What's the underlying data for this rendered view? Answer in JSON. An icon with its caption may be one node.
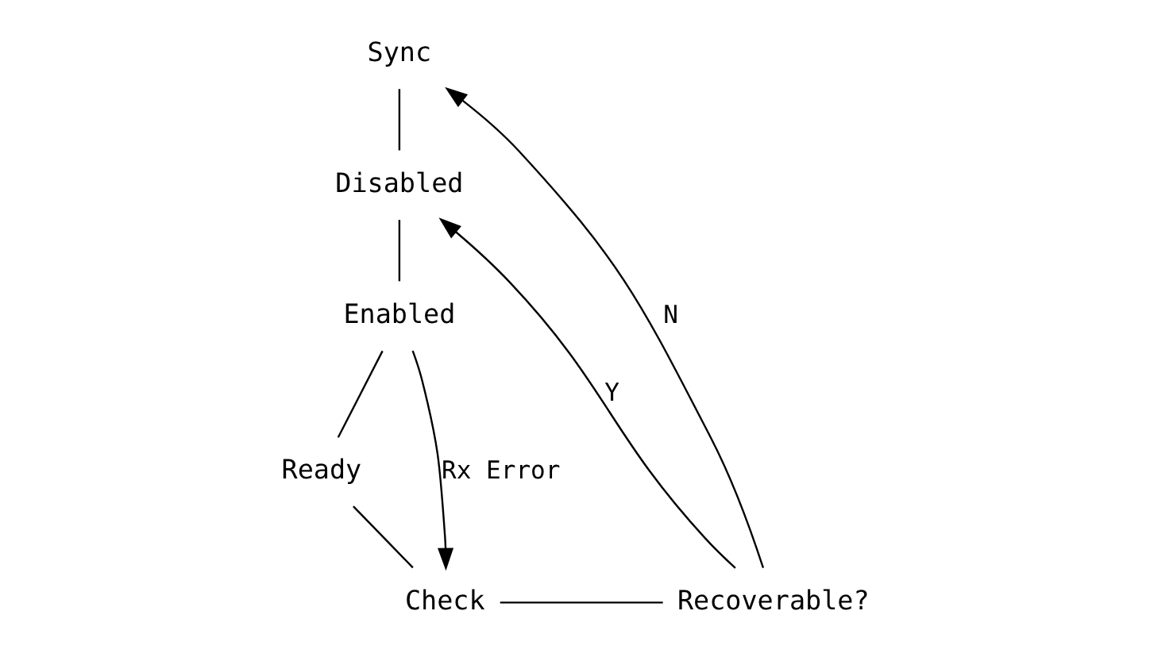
{
  "diagram": {
    "nodes": [
      {
        "text": [
          "Sync"
        ]
      },
      {
        "text": [
          "Disabled"
        ]
      },
      {
        "text": [
          "Enabled"
        ]
      },
      {
        "text": [
          "Ready"
        ]
      },
      {
        "text": [
          "Check"
        ]
      },
      {
        "text": [
          "Recoverable?"
        ]
      }
    ],
    "edges": [
      {
        "from": 0,
        "to": 1,
        "arrow": "none"
      },
      {
        "from": 1,
        "to": 2,
        "arrow": "none"
      },
      {
        "from": 2,
        "to": 3,
        "arrow": "none"
      },
      {
        "from": 3,
        "to": 4,
        "arrow": "none"
      },
      {
        "from": 2,
        "to": 4,
        "arrow": "to",
        "label": "Rx Error"
      },
      {
        "from": 4,
        "to": 5,
        "arrow": "none"
      },
      {
        "from": 5,
        "to": 1,
        "arrow": "to",
        "label": "Y"
      },
      {
        "from": 5,
        "to": 0,
        "arrow": "to",
        "label": "N"
      }
    ]
  }
}
